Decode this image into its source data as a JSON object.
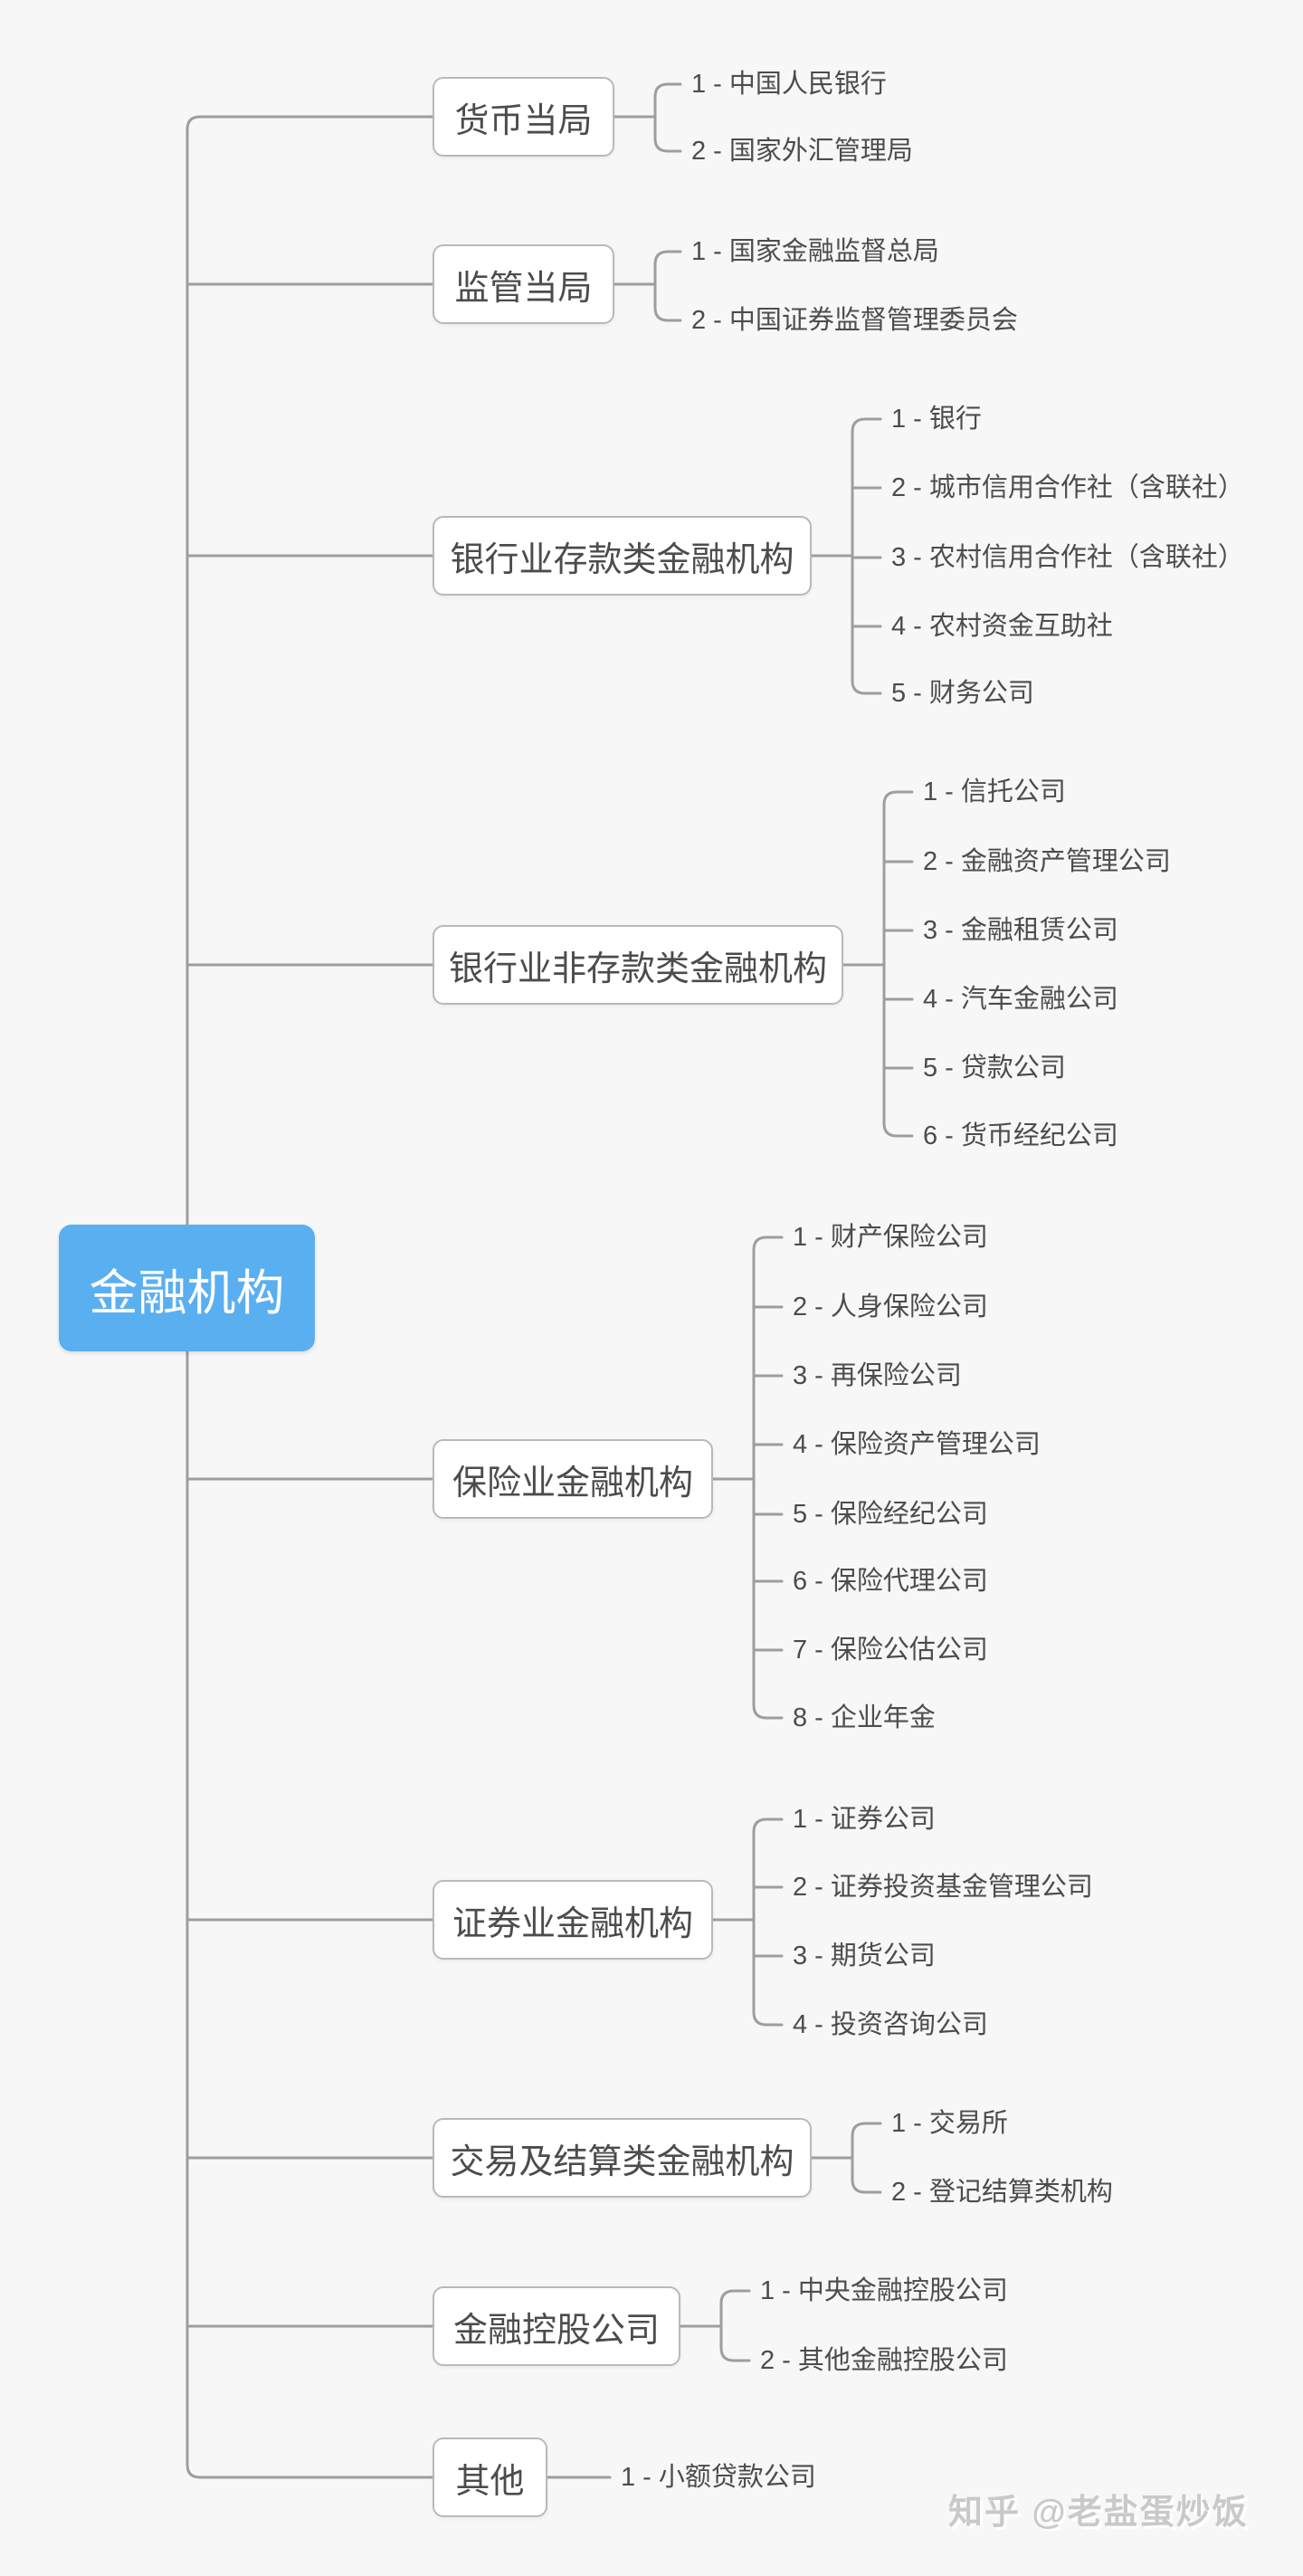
{
  "root": {
    "label": "金融机构"
  },
  "branches": [
    {
      "label": "货币当局",
      "children": [
        "1 - 中国人民银行",
        "2 - 国家外汇管理局"
      ]
    },
    {
      "label": "监管当局",
      "children": [
        "1 - 国家金融监督总局",
        "2 - 中国证券监督管理委员会"
      ]
    },
    {
      "label": "银行业存款类金融机构",
      "children": [
        "1 - 银行",
        "2 - 城市信用合作社（含联社）",
        "3 - 农村信用合作社（含联社）",
        "4 - 农村资金互助社",
        "5 - 财务公司"
      ]
    },
    {
      "label": "银行业非存款类金融机构",
      "children": [
        "1 - 信托公司",
        "2 - 金融资产管理公司",
        "3 - 金融租赁公司",
        "4 - 汽车金融公司",
        "5 - 贷款公司",
        "6 - 货币经纪公司"
      ]
    },
    {
      "label": "保险业金融机构",
      "children": [
        "1 - 财产保险公司",
        "2 - 人身保险公司",
        "3 - 再保险公司",
        "4 - 保险资产管理公司",
        "5 - 保险经纪公司",
        "6 - 保险代理公司",
        "7 - 保险公估公司",
        "8 - 企业年金"
      ]
    },
    {
      "label": "证券业金融机构",
      "children": [
        "1 - 证券公司",
        "2 - 证券投资基金管理公司",
        "3 - 期货公司",
        "4 - 投资咨询公司"
      ]
    },
    {
      "label": "交易及结算类金融机构",
      "children": [
        "1 - 交易所",
        "2 - 登记结算类机构"
      ]
    },
    {
      "label": "金融控股公司",
      "children": [
        "1 - 中央金融控股公司",
        "2 - 其他金融控股公司"
      ]
    },
    {
      "label": "其他",
      "children": [
        "1 - 小额贷款公司"
      ]
    }
  ],
  "watermark": "知乎 @老盐蛋炒饭",
  "colors": {
    "background": "#f7f7f7",
    "connector": "#9e9e9e",
    "node_border": "#b9b9b9",
    "node_bg": "#ffffff",
    "node_text": "#4c4c4c",
    "root_bg": "#5aaff0",
    "root_text": "#ffffff",
    "leaf_text": "#4c4c4c",
    "watermark": "#c9c9c9"
  }
}
